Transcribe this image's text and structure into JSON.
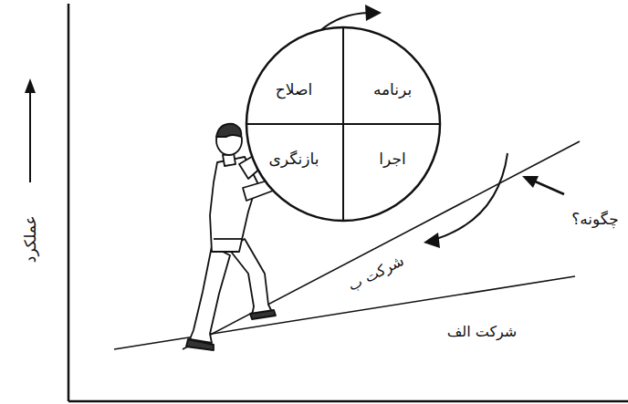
{
  "diagram": {
    "nodes": [
      {
        "text": [
          "برنامه",
          "اجرا",
          "بازنگری",
          "اصلاح"
        ]
      }
    ],
    "labels": [
      "عملکرد",
      "چگونه؟",
      "شرکت ب",
      "شرکت الف"
    ]
  }
}
